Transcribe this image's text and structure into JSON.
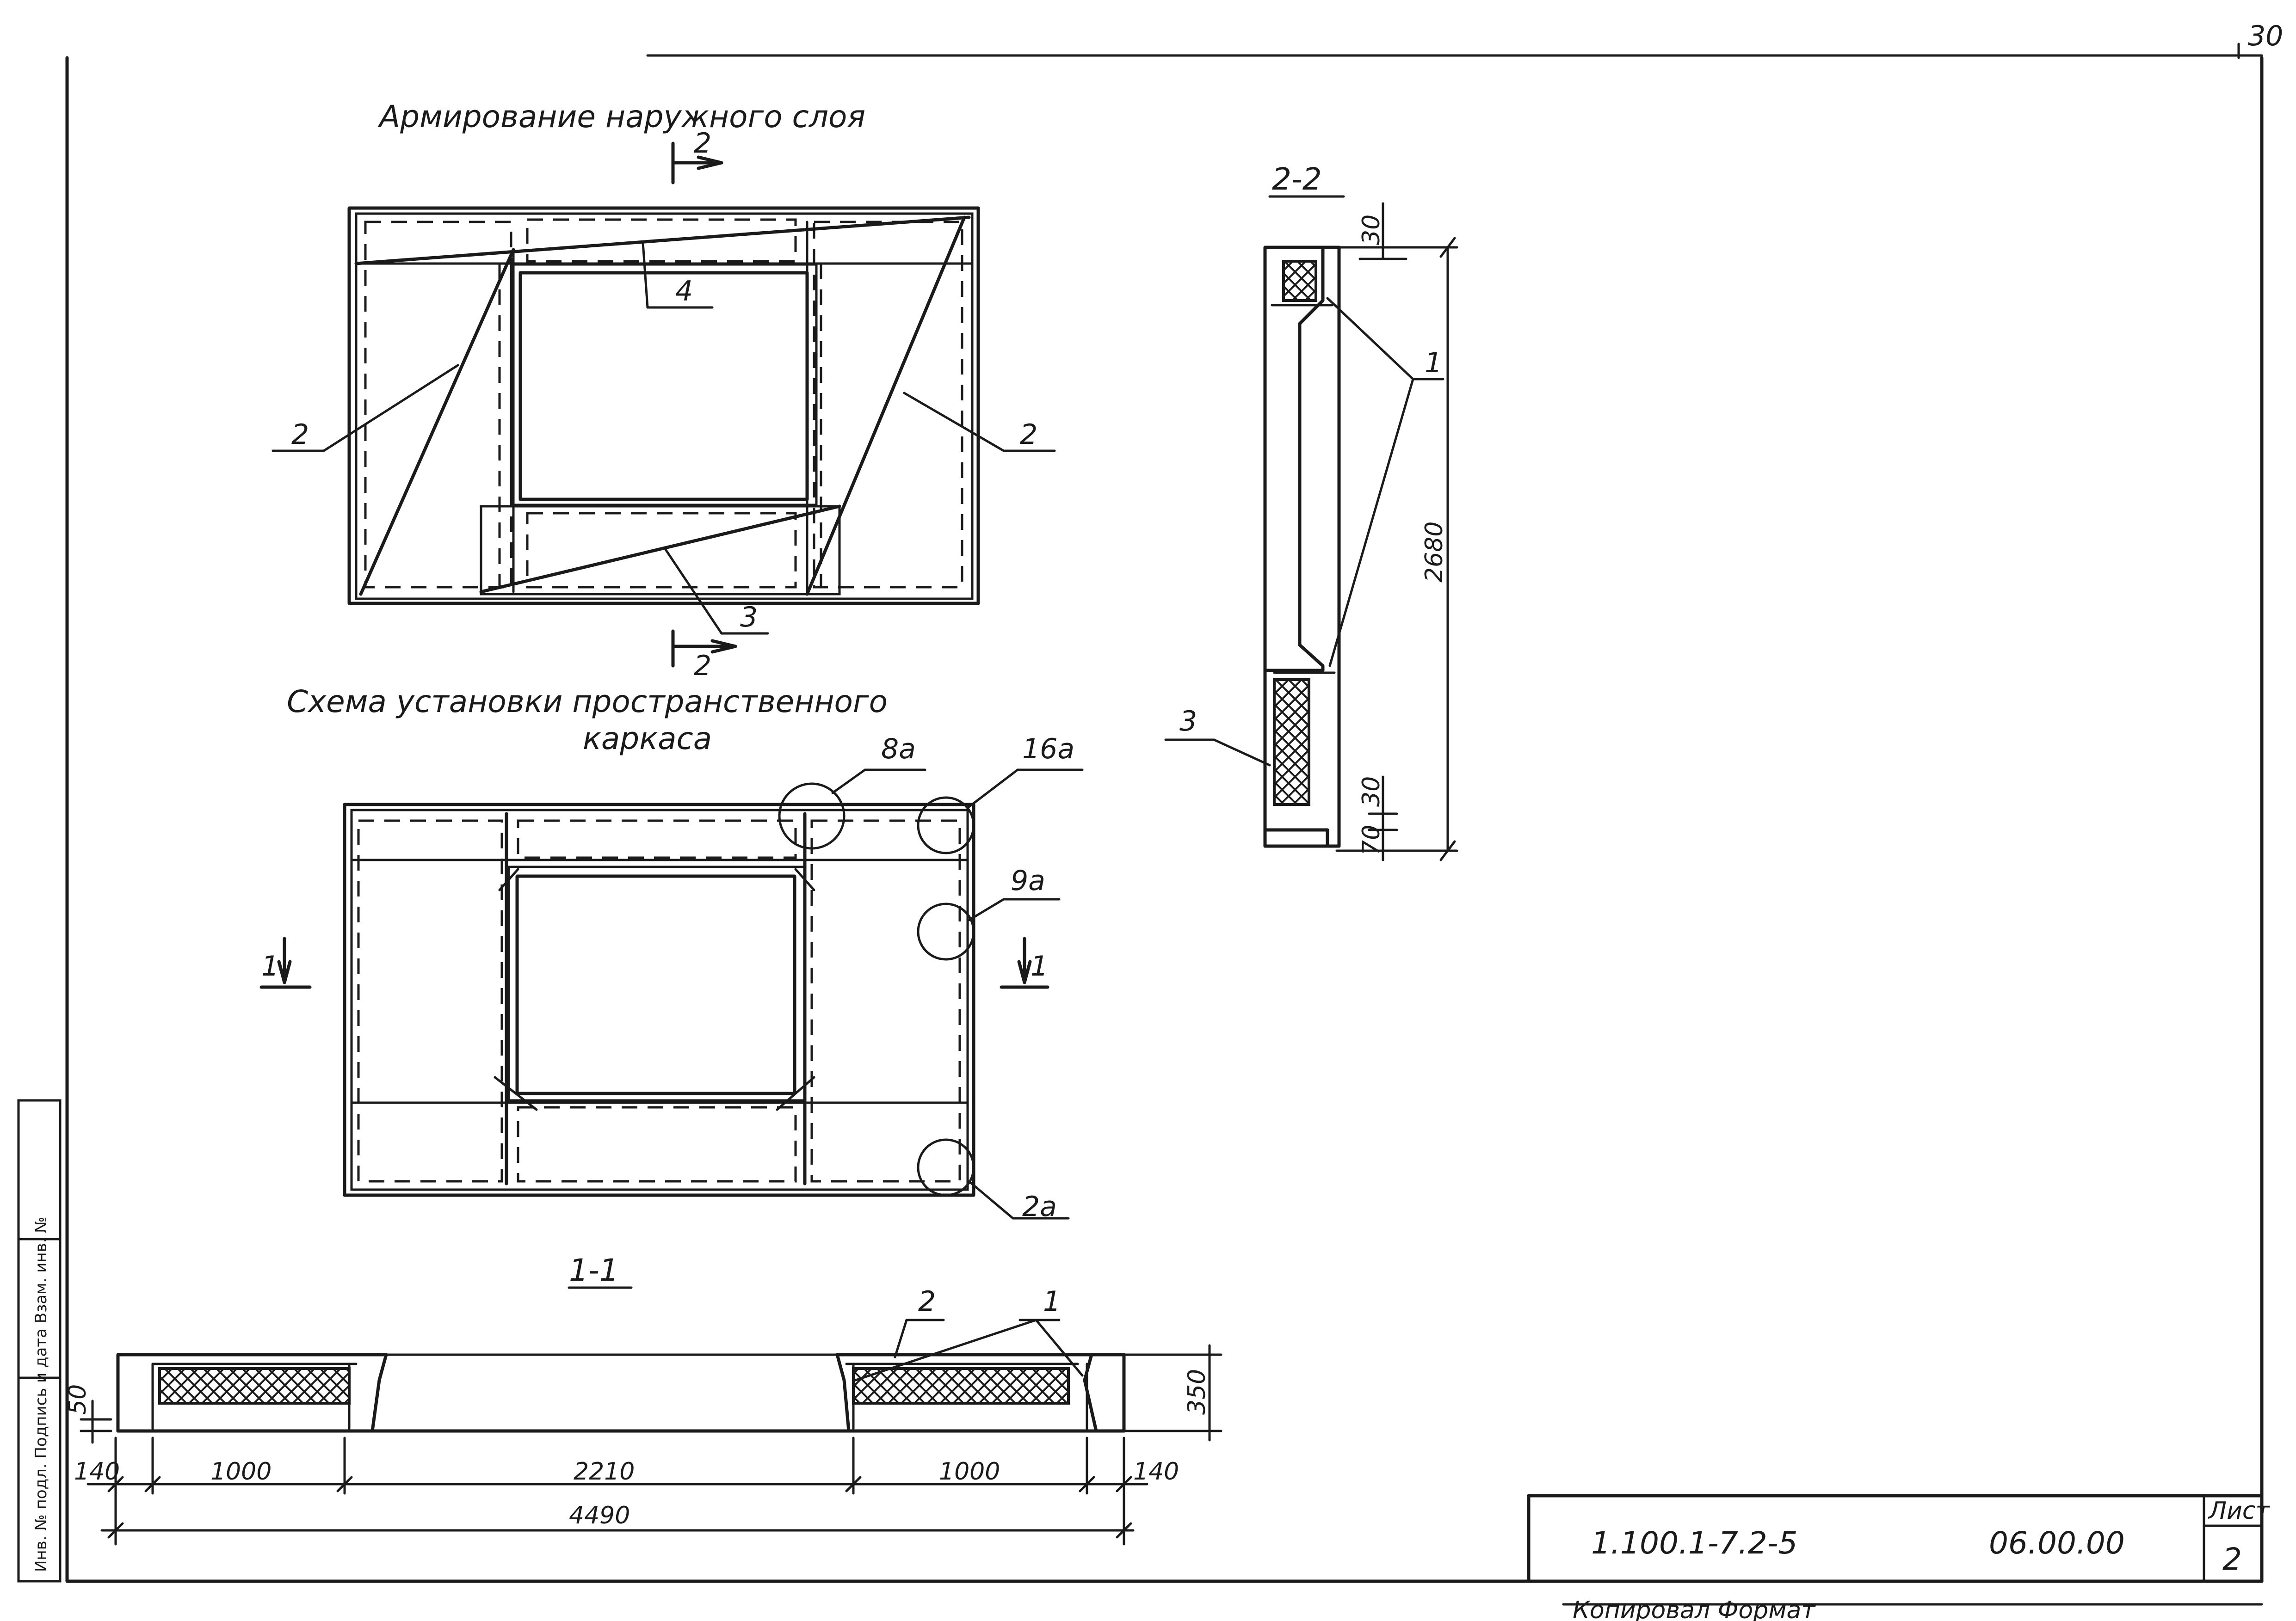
{
  "page_number": "30",
  "views": {
    "plan_outer_layer": {
      "title": "Армирование наружного слоя",
      "cut_marks": [
        "2",
        "2"
      ],
      "callouts": [
        "4",
        "2",
        "2",
        "3"
      ]
    },
    "frame_installation": {
      "title_line1": "Схема установки пространственного",
      "title_line2": "каркаса",
      "nodes": [
        "8а",
        "16а",
        "9а",
        "2а"
      ],
      "cut_marks": [
        "1",
        "1"
      ]
    },
    "section_2_2": {
      "title": "2-2",
      "callouts": [
        "1",
        "3"
      ],
      "dims": {
        "top": "30",
        "height": "2680",
        "bottom_a": "30",
        "bottom_b": "70"
      }
    },
    "section_1_1": {
      "title": "1-1",
      "callouts": [
        "2",
        "1"
      ],
      "dims": {
        "edge_left": "140",
        "span_left": "1000",
        "middle": "2210",
        "span_right": "1000",
        "edge_right": "140",
        "total": "4490",
        "offset": "50",
        "thickness": "350"
      }
    }
  },
  "title_block": {
    "designation": "1.100.1-7.2-5",
    "code": "06.00.00",
    "sheet_label": "Лист",
    "sheet_number": "2",
    "footer_partial": "Копировал  Формат"
  },
  "side_stamp": {
    "label": "Инв. № подл.  Подпись и дата  Взам. инв. №"
  }
}
